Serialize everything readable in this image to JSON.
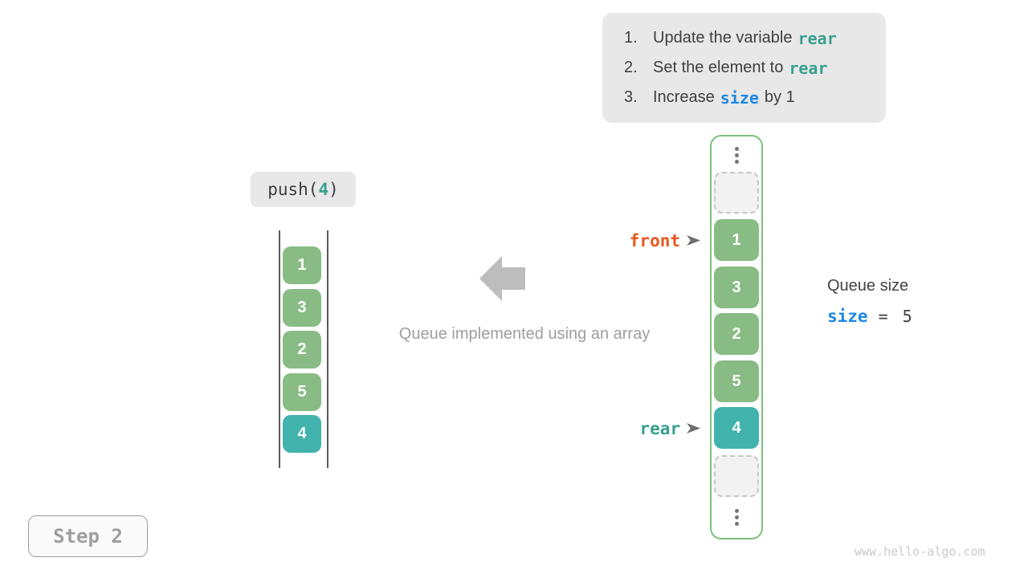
{
  "colors": {
    "cell_green": "#88bc84",
    "cell_teal": "#41b3ac",
    "array_border_green": "#7dc079",
    "front_label_orange": "#e8571c",
    "rear_label_teal": "#38a08f",
    "size_blue": "#1e88e5",
    "text_dark": "#3e3e3e",
    "text_gray": "#9e9e9e"
  },
  "instructions": {
    "items": [
      {
        "number": "1.",
        "text_before": "Update the variable",
        "code": "rear",
        "text_after": ""
      },
      {
        "number": "2.",
        "text_before": "Set the element to",
        "code": "rear",
        "text_after": ""
      },
      {
        "number": "3.",
        "text_before": "Increase",
        "code": "size",
        "text_after": "by 1"
      }
    ]
  },
  "push_call": {
    "prefix": "push(",
    "value": "4",
    "suffix": ")"
  },
  "stack_snapshot": {
    "cells": [
      "1",
      "3",
      "2",
      "5",
      "4"
    ]
  },
  "caption": "Queue implemented using an array",
  "array_view": {
    "cells": [
      "1",
      "3",
      "2",
      "5",
      "4"
    ],
    "front_label": "front",
    "rear_label": "rear"
  },
  "queue_size": {
    "title": "Queue size",
    "variable": "size",
    "equals": "=",
    "value": "5"
  },
  "step_label": "Step 2",
  "watermark": "www.hello-algo.com"
}
